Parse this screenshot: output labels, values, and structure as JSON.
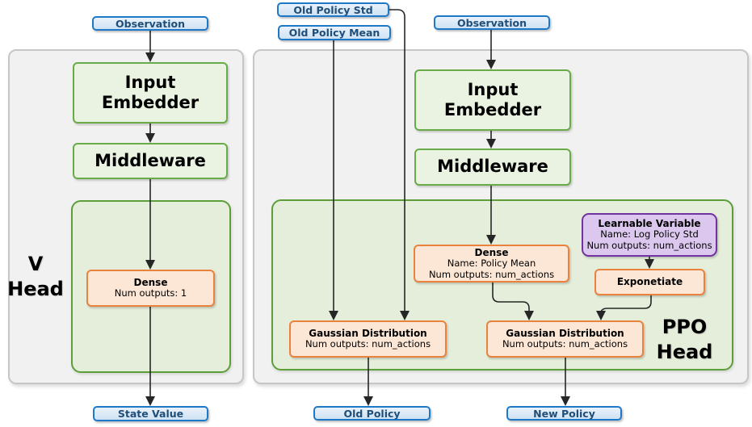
{
  "io": {
    "observation_left": "Observation",
    "observation_right": "Observation",
    "old_policy_std": "Old Policy Std",
    "old_policy_mean": "Old Policy Mean",
    "state_value": "State Value",
    "old_policy": "Old Policy",
    "new_policy": "New Policy"
  },
  "v_head": {
    "label_line1": "V",
    "label_line2": "Head",
    "input_embedder": "Input Embedder",
    "middleware": "Middleware",
    "dense": {
      "title": "Dense",
      "line2": "Num outputs: 1"
    }
  },
  "ppo_head": {
    "label_line1": "PPO",
    "label_line2": "Head",
    "input_embedder": "Input Embedder",
    "middleware": "Middleware",
    "dense": {
      "title": "Dense",
      "line2": "Name: Policy Mean",
      "line3": "Num outputs: num_actions"
    },
    "learnable_variable": {
      "title": "Learnable Variable",
      "line2": "Name: Log Policy Std",
      "line3": "Num outputs: num_actions"
    },
    "exponetiate": "Exponetiate",
    "gaussian_old": {
      "title": "Gaussian Distribution",
      "line2": "Num outputs: num_actions"
    },
    "gaussian_new": {
      "title": "Gaussian Distribution",
      "line2": "Num outputs: num_actions"
    }
  },
  "colors": {
    "blue_border": "#1d79c7",
    "blue_text": "#1f4e79",
    "green_border": "#6aab49",
    "green_fill": "#eaf3e1",
    "green_container_border": "#5c9e38",
    "green_container_fill": "#e4eeda",
    "orange_border": "#e8823c",
    "orange_fill": "#fce6d5",
    "purple_border": "#7233a2",
    "purple_fill": "#dcc7ee",
    "gray_container_fill": "#f1f1f1",
    "connector": "#262626"
  }
}
